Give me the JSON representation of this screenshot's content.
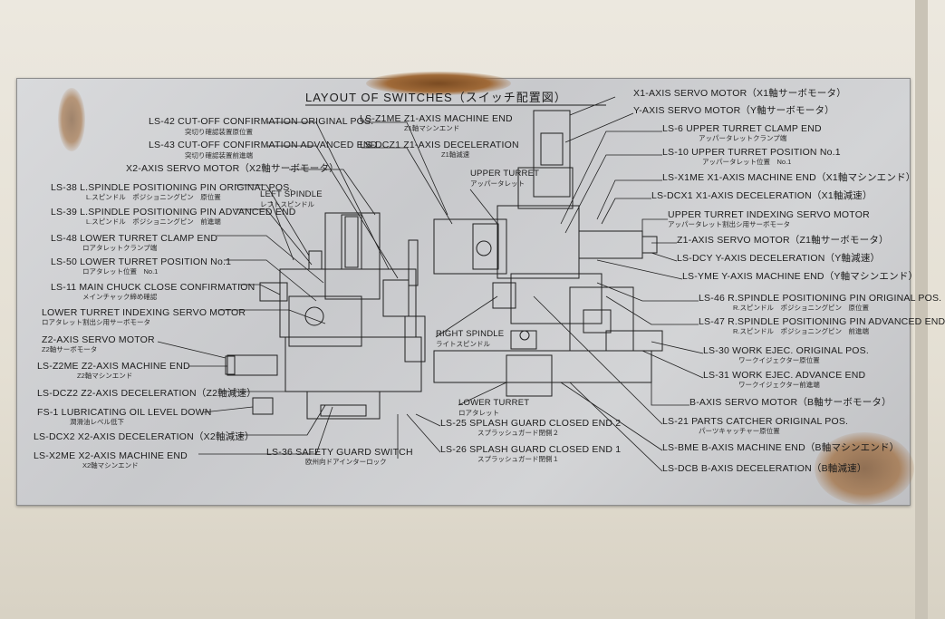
{
  "colors": {
    "plate": "#cfd0d3",
    "ink": "#1c1c1c",
    "cabinet": "#e6e1d6",
    "rust": "#8a5a2b"
  },
  "title": "LAYOUT OF SWITCHES（スイッチ配置図）",
  "left_labels": [
    {
      "code": "LS-42  CUT-OFF CONFIRMATION ORIGINAL POS.",
      "jp": "突切り確認装置原位置"
    },
    {
      "code": "LS-43  CUT-OFF CONFIRMATION ADVANCED END",
      "jp": "突切り確認装置前進端"
    },
    {
      "code": "X2-AXIS SERVO MOTOR（X2軸サーボモータ）",
      "jp": ""
    },
    {
      "code": "LS-38  L.SPINDLE POSITIONING PIN ORIGINAL POS.",
      "jp": "L.スピンドル　ポジショニングピン　原位置"
    },
    {
      "code": "LS-39  L.SPINDLE POSITIONING PIN ADVANCED END",
      "jp": "L.スピンドル　ポジショニングピン　前進端"
    },
    {
      "code": "LS-48  LOWER TURRET CLAMP END",
      "jp": "ロアタレットクランプ端"
    },
    {
      "code": "LS-50  LOWER TURRET POSITION No.1",
      "jp": "ロアタレット位置　No.1"
    },
    {
      "code": "LS-11  MAIN CHUCK CLOSE CONFIRMATION",
      "jp": "メインチャック締め確認"
    },
    {
      "code": "LOWER TURRET INDEXING SERVO MOTOR",
      "jp": "ロアタレット割出シ用サーボモータ"
    },
    {
      "code": "Z2-AXIS SERVO MOTOR",
      "jp": "Z2軸サーボモータ"
    },
    {
      "code": "LS-Z2ME  Z2-AXIS MACHINE END",
      "jp": "Z2軸マシンエンド"
    },
    {
      "code": "LS-DCZ2  Z2-AXIS DECELERATION（Z2軸減速）",
      "jp": ""
    },
    {
      "code": "FS-1  LUBRICATING OIL LEVEL DOWN",
      "jp": "潤滑油レベル低下"
    },
    {
      "code": "LS-DCX2  X2-AXIS DECELERATION（X2軸減速）",
      "jp": ""
    },
    {
      "code": "LS-X2ME  X2-AXIS MACHINE END",
      "jp": "X2軸マシンエンド"
    }
  ],
  "center_labels": [
    {
      "code": "LS-Z1ME  Z1-AXIS MACHINE END",
      "jp": "Z1軸マシンエンド"
    },
    {
      "code": "LS-DCZ1  Z1-AXIS DECELERATION",
      "jp": "Z1軸減速"
    },
    {
      "code": "UPPER TURRET",
      "jp": "アッパータレット"
    },
    {
      "code": "LEFT SPINDLE",
      "jp": "レフトスピンドル"
    },
    {
      "code": "RIGHT SPINDLE",
      "jp": "ライトスピンドル"
    },
    {
      "code": "LOWER TURRET",
      "jp": "ロアタレット"
    },
    {
      "code": "LS-25  SPLASH GUARD CLOSED END 2",
      "jp": "スプラッシュガード閉側２"
    },
    {
      "code": "LS-26  SPLASH GUARD CLOSED END 1",
      "jp": "スプラッシュガード閉側１"
    },
    {
      "code": "LS-36  SAFETY GUARD SWITCH",
      "jp": "欧州向ドアインターロック"
    }
  ],
  "right_labels": [
    {
      "code": "X1-AXIS SERVO MOTOR（X1軸サーボモータ）",
      "jp": ""
    },
    {
      "code": "Y-AXIS SERVO MOTOR（Y軸サーボモータ）",
      "jp": ""
    },
    {
      "code": "LS-6  UPPER TURRET CLAMP END",
      "jp": "アッパータレットクランプ端"
    },
    {
      "code": "LS-10  UPPER TURRET POSITION No.1",
      "jp": "アッパータレット位置　No.1"
    },
    {
      "code": "LS-X1ME  X1-AXIS MACHINE END（X1軸マシンエンド）",
      "jp": ""
    },
    {
      "code": "LS-DCX1  X1-AXIS DECELERATION（X1軸減速）",
      "jp": ""
    },
    {
      "code": "UPPER TURRET INDEXING SERVO MOTOR",
      "jp": "アッパータレット割出シ用サーボモータ"
    },
    {
      "code": "Z1-AXIS SERVO MOTOR（Z1軸サーボモータ）",
      "jp": ""
    },
    {
      "code": "LS-DCY  Y-AXIS DECELERATION（Y軸減速）",
      "jp": ""
    },
    {
      "code": "LS-YME  Y-AXIS MACHINE END（Y軸マシンエンド）",
      "jp": ""
    },
    {
      "code": "LS-46  R.SPINDLE POSITIONING PIN ORIGINAL POS.",
      "jp": "R.スピンドル　ポジショニングピン　原位置"
    },
    {
      "code": "LS-47  R.SPINDLE POSITIONING PIN ADVANCED END",
      "jp": "R.スピンドル　ポジショニングピン　前進端"
    },
    {
      "code": "LS-30  WORK EJEC. ORIGINAL POS.",
      "jp": "ワークイジェクター原位置"
    },
    {
      "code": "LS-31  WORK EJEC. ADVANCE END",
      "jp": "ワークイジェクター前進端"
    },
    {
      "code": "B-AXIS SERVO MOTOR（B軸サーボモータ）",
      "jp": ""
    },
    {
      "code": "LS-21  PARTS CATCHER ORIGINAL POS.",
      "jp": "パーツキャッチャー原位置"
    },
    {
      "code": "LS-BME  B-AXIS MACHINE END（B軸マシンエンド）",
      "jp": ""
    },
    {
      "code": "LS-DCB  B-AXIS DECELERATION（B軸減速）",
      "jp": ""
    }
  ]
}
